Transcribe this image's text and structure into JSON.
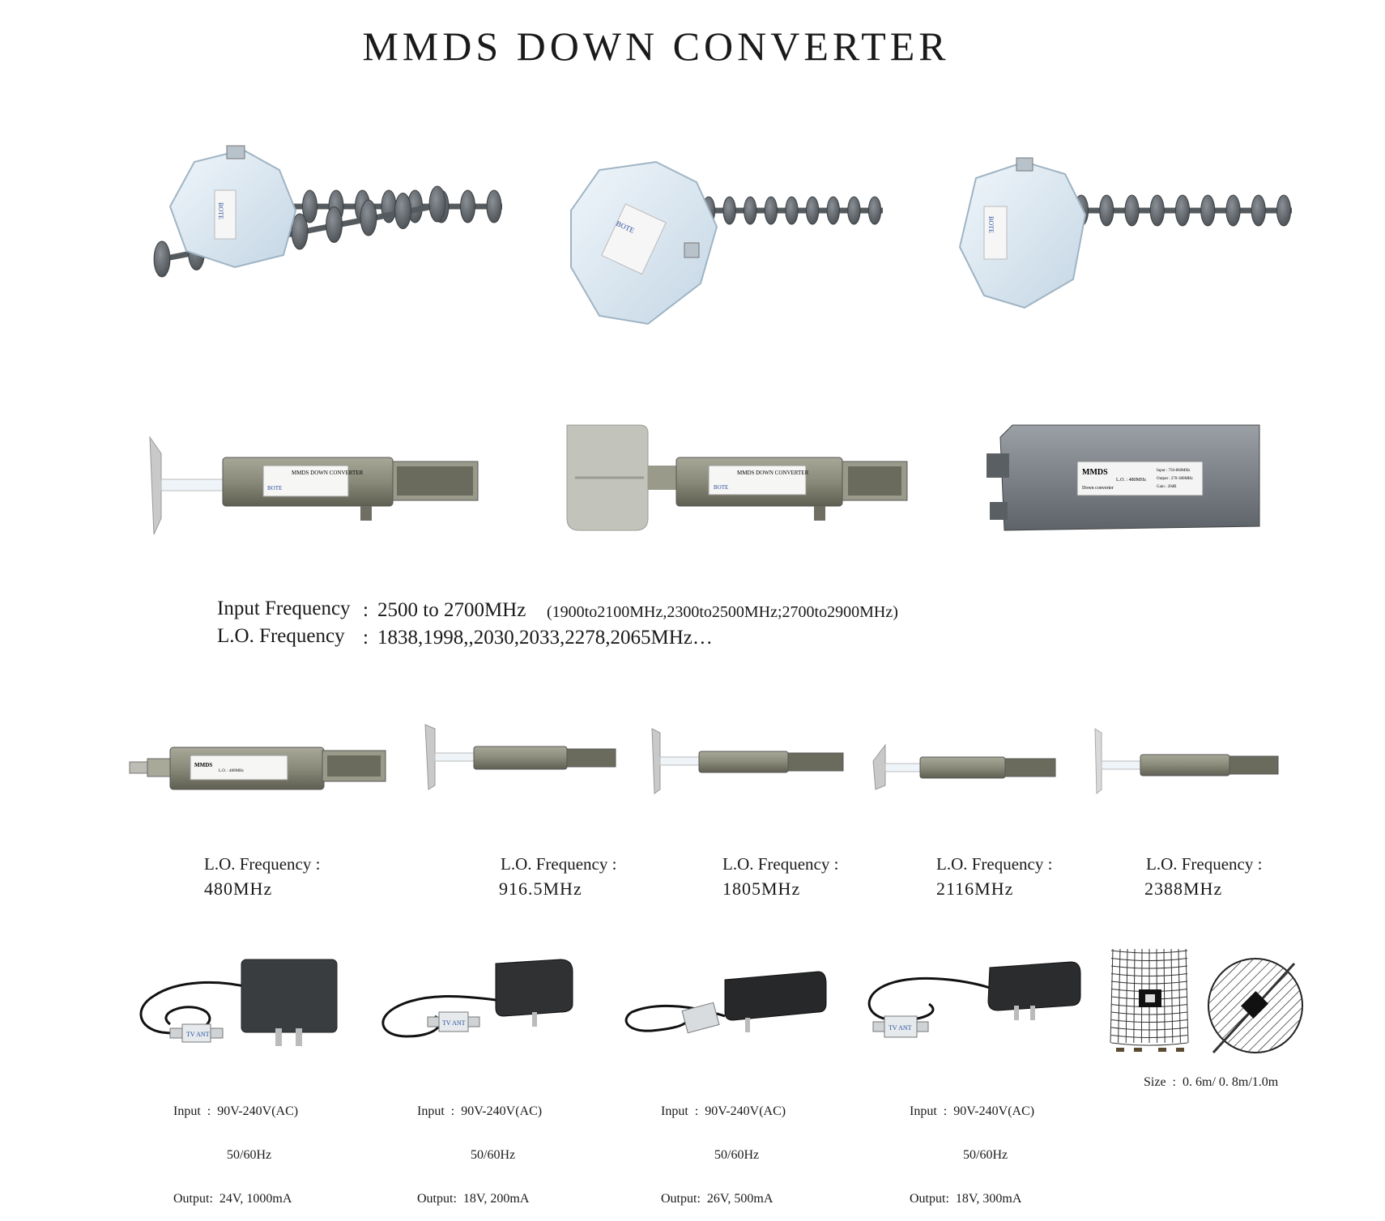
{
  "title": "MMDS DOWN CONVERTER",
  "specs": {
    "input_label": "Input Frequency",
    "colon": ":",
    "input_main": "2500 to 2700MHz",
    "input_alt": "(1900to2100MHz,2300to2500MHz;2700to2900MHz)",
    "lo_label": "L.O. Frequency",
    "lo_values": "1838,1998,,2030,2033,2278,2065MHz…"
  },
  "labels": {
    "brand": "BOTE",
    "module_title": "MMDS DOWN CONVERTER",
    "box_brand": "MMDS",
    "box_sub": "Down converter",
    "box_lo": "L.O. : 480MHz",
    "box_input": "Input : 750-860MHz",
    "box_output": "Output : 270-380MHz",
    "box_gain": "Gain : 20dB",
    "tv_ant": "TV ANT"
  },
  "lo_items": [
    {
      "label": "L.O. Frequency  :",
      "value": "480MHz"
    },
    {
      "label": "L.O. Frequency  :",
      "value": "916.5MHz"
    },
    {
      "label": "L.O. Frequency  :",
      "value": "1805MHz"
    },
    {
      "label": "L.O. Frequency  :",
      "value": "2116MHz"
    },
    {
      "label": "L.O. Frequency  :",
      "value": "2388MHz"
    }
  ],
  "power_supplies": [
    {
      "line1": "Input  :  90V-240V(AC)",
      "line2": "50/60Hz",
      "line3": "Output:  24V, 1000mA"
    },
    {
      "line1": "Input  :  90V-240V(AC)",
      "line2": "50/60Hz",
      "line3": "Output:  18V, 200mA"
    },
    {
      "line1": "Input  :  90V-240V(AC)",
      "line2": "50/60Hz",
      "line3": "Output:  26V, 500mA"
    },
    {
      "line1": "Input  :  90V-240V(AC)",
      "line2": "50/60Hz",
      "line3": "Output:  18V, 300mA"
    }
  ],
  "antenna_size": "Size  :  0. 6m/ 0. 8m/1.0m",
  "colors": {
    "housing_white": "#dde9f2",
    "helix_gray": "#5e6468",
    "metal_olive": "#8c8c7c",
    "box_gray": "#7b8186"
  }
}
